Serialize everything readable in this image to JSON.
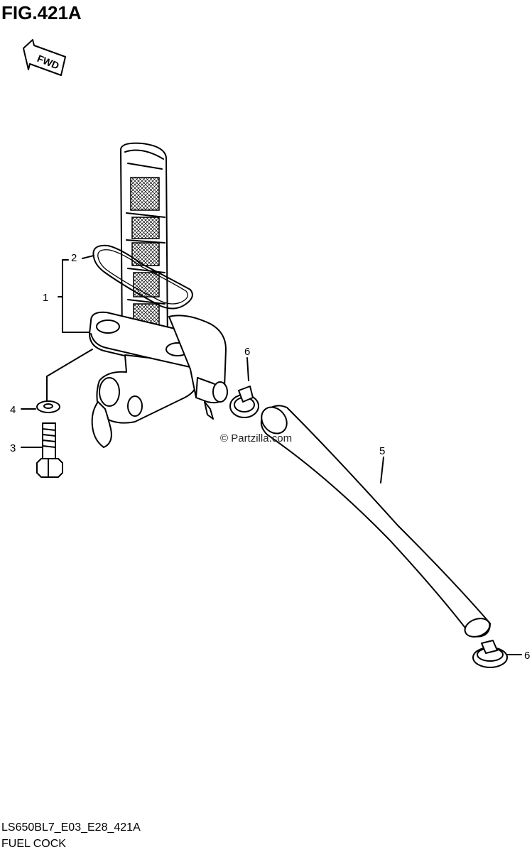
{
  "figure": {
    "title": "FIG.421A",
    "fwd_label": "FWD",
    "watermark": "© Partzilla.com",
    "model_code": "LS650BL7_E03_E28_421A",
    "caption": "FUEL COCK"
  },
  "callouts": [
    {
      "id": "1",
      "part": "fuel-cock-assembly"
    },
    {
      "id": "2",
      "part": "o-ring"
    },
    {
      "id": "3",
      "part": "bolt"
    },
    {
      "id": "4",
      "part": "washer"
    },
    {
      "id": "5",
      "part": "fuel-hose"
    },
    {
      "id": "6",
      "part": "hose-clamp-upper"
    },
    {
      "id": "6",
      "part": "hose-clamp-lower"
    }
  ]
}
